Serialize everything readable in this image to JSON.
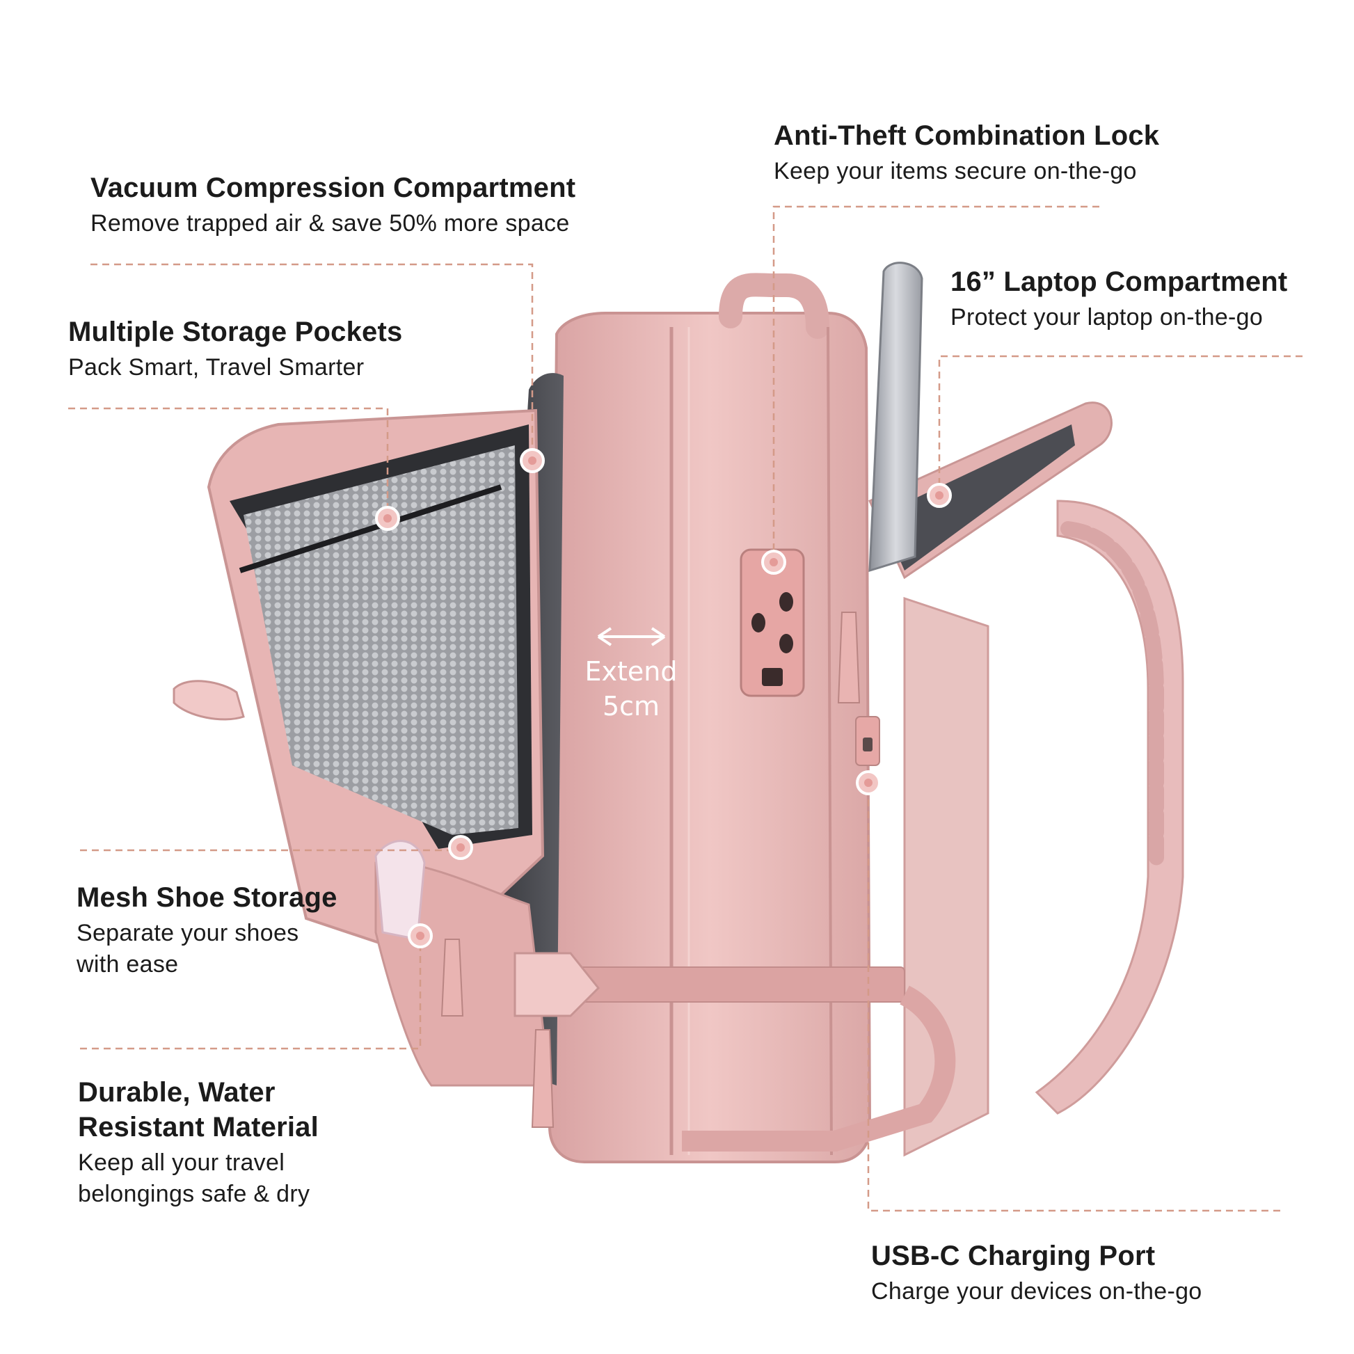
{
  "colors": {
    "accent_line": "#d49a88",
    "dot": "#e7a9a9",
    "bag_pink": "#e9b9b8",
    "bag_dark": "#4a4b50"
  },
  "extend_label": {
    "line1": "Extend",
    "line2": "5cm"
  },
  "callouts": {
    "vacuum": {
      "title": "Vacuum Compression Compartment",
      "desc": "Remove trapped air & save 50% more space"
    },
    "pockets": {
      "title": "Multiple Storage Pockets",
      "desc": "Pack Smart, Travel Smarter"
    },
    "lock": {
      "title": "Anti-Theft Combination Lock",
      "desc": "Keep your items secure on-the-go"
    },
    "laptop": {
      "title": "16” Laptop Compartment",
      "desc": "Protect your laptop on-the-go"
    },
    "shoes": {
      "title": "Mesh Shoe Storage",
      "desc1": "Separate your shoes",
      "desc2": "with ease"
    },
    "durable": {
      "title1": "Durable, Water",
      "title2": "Resistant Material",
      "desc1": "Keep all your travel",
      "desc2": "belongings safe & dry"
    },
    "usb": {
      "title": "USB-C Charging Port",
      "desc": "Charge your devices on-the-go"
    }
  }
}
